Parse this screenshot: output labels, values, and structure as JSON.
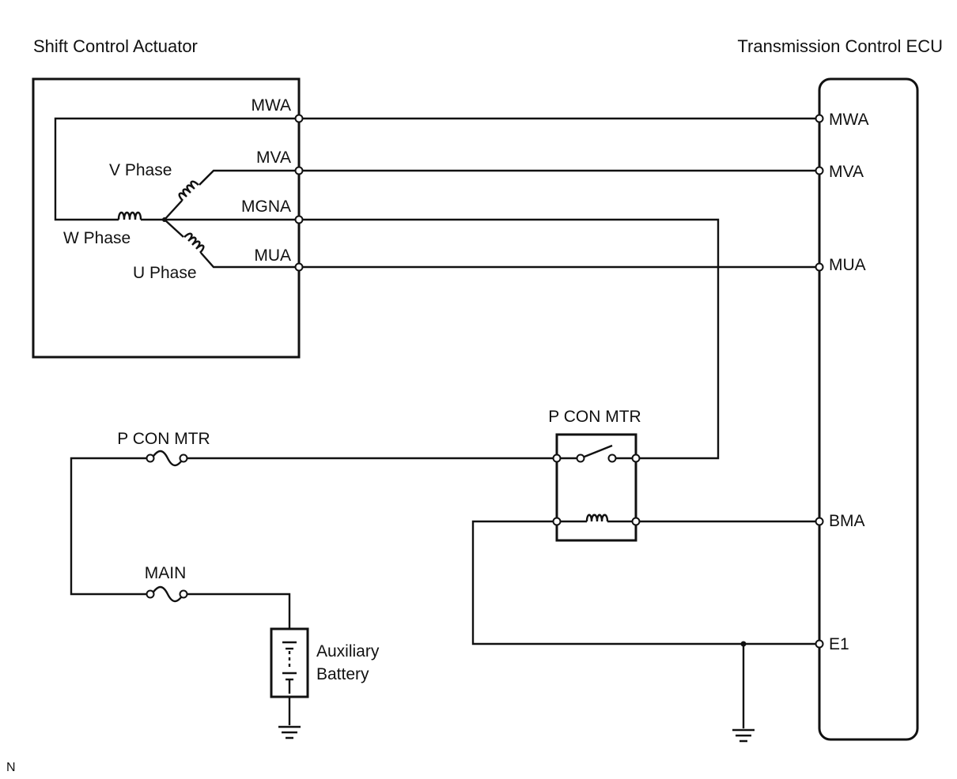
{
  "components": {
    "actuator": {
      "title": "Shift Control Actuator"
    },
    "ecu": {
      "title": "Transmission Control ECU"
    },
    "relay": {
      "label": "P CON MTR"
    },
    "fuse_pcon": {
      "label": "P CON MTR"
    },
    "fuse_main": {
      "label": "MAIN"
    },
    "battery": {
      "label_line1": "Auxiliary",
      "label_line2": "Battery"
    }
  },
  "phases": {
    "v": "V Phase",
    "w": "W Phase",
    "u": "U Phase"
  },
  "actuator_pins": {
    "mwa": "MWA",
    "mva": "MVA",
    "mgna": "MGNA",
    "mua": "MUA"
  },
  "ecu_pins": {
    "mwa": "MWA",
    "mva": "MVA",
    "mua": "MUA",
    "bma": "BMA",
    "e1": "E1"
  },
  "footnote": "N"
}
